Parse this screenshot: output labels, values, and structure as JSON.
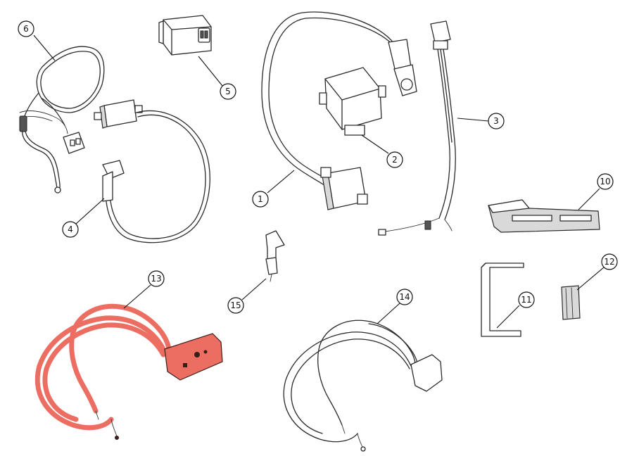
{
  "diagram": {
    "highlight_color": "#ec6e62",
    "highlight_stroke": "#a8322a",
    "line_color": "#2a2a2a",
    "parts": [
      {
        "id": "p1",
        "label": "1",
        "name": "ignition-coil-with-lead-part"
      },
      {
        "id": "p2",
        "label": "2",
        "name": "cdi-unit-part"
      },
      {
        "id": "p3",
        "label": "3",
        "name": "wiring-loom-connector-part"
      },
      {
        "id": "p4",
        "label": "4",
        "name": "ignition-coil-small-part"
      },
      {
        "id": "p5",
        "label": "5",
        "name": "relay-module-part"
      },
      {
        "id": "p6",
        "label": "6",
        "name": "wiring-harness-part"
      },
      {
        "id": "p10",
        "label": "10",
        "name": "slotted-bracket-part"
      },
      {
        "id": "p11",
        "label": "11",
        "name": "u-bracket-part"
      },
      {
        "id": "p12",
        "label": "12",
        "name": "sleeve-part"
      },
      {
        "id": "p13",
        "label": "13",
        "name": "kill-switch-highlighted-part"
      },
      {
        "id": "p14",
        "label": "14",
        "name": "kill-switch-part"
      },
      {
        "id": "p15",
        "label": "15",
        "name": "spark-plug-cap-part"
      }
    ]
  }
}
